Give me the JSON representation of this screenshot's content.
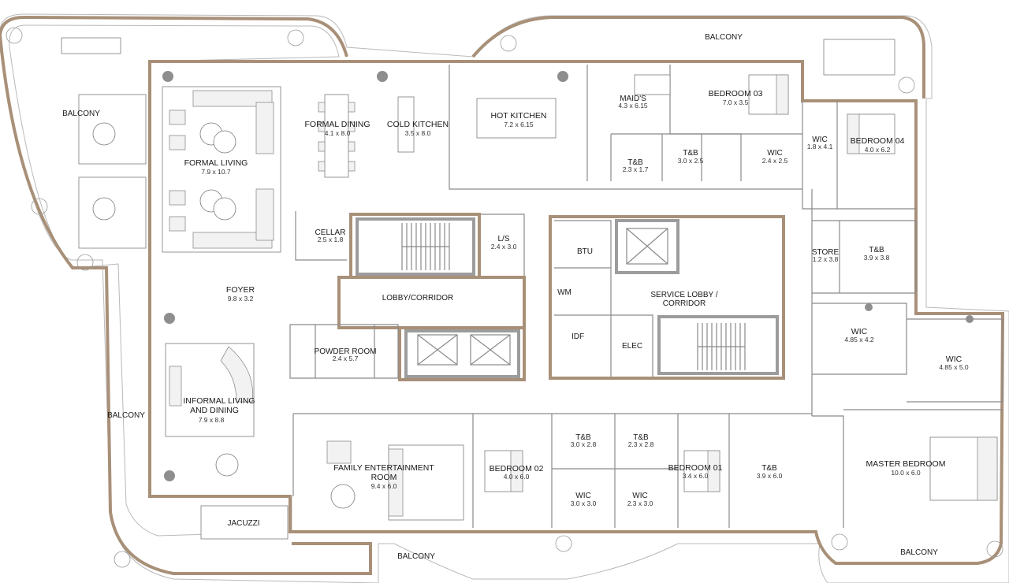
{
  "rooms": {
    "balcony_nw": {
      "name": "BALCONY"
    },
    "balcony_ne": {
      "name": "BALCONY"
    },
    "balcony_w": {
      "name": "BALCONY"
    },
    "balcony_s": {
      "name": "BALCONY"
    },
    "balcony_se": {
      "name": "BALCONY"
    },
    "formal_living": {
      "name": "FORMAL LIVING",
      "dim": "7.9 x 10.7"
    },
    "formal_dining": {
      "name": "FORMAL DINING",
      "dim": "4.1 x 8.0"
    },
    "cold_kitchen": {
      "name": "COLD KITCHEN",
      "dim": "3.5 x 8.0"
    },
    "hot_kitchen": {
      "name": "HOT KITCHEN",
      "dim": "7.2 x 6.15"
    },
    "maids": {
      "name": "MAID'S",
      "dim": "4.3 x 6.15"
    },
    "bedroom03": {
      "name": "BEDROOM 03",
      "dim": "7.0 x 3.5"
    },
    "tb_maid": {
      "name": "T&B",
      "dim": "2.3 x 1.7"
    },
    "tb_b03": {
      "name": "T&B",
      "dim": "3.0 x 2.5"
    },
    "wic_b03": {
      "name": "WIC",
      "dim": "2.4 x 2.5"
    },
    "wic_b04": {
      "name": "WIC",
      "dim": "1.8 x 4.1"
    },
    "bedroom04": {
      "name": "BEDROOM 04",
      "dim": "4.0 x 6.2"
    },
    "cellar": {
      "name": "CELLAR",
      "dim": "2.5 x 1.8"
    },
    "ls": {
      "name": "L/S",
      "dim": "2.4 x 3.0"
    },
    "btu": {
      "name": "BTU"
    },
    "wm": {
      "name": "WM"
    },
    "idf": {
      "name": "IDF"
    },
    "elec": {
      "name": "ELEC"
    },
    "service_lobby": {
      "name1": "SERVICE LOBBY /",
      "name2": "CORRIDOR"
    },
    "store": {
      "name": "STORE",
      "dim": "1.2 x 3.8"
    },
    "tb_b04": {
      "name": "T&B",
      "dim": "3.9 x 3.8"
    },
    "foyer": {
      "name": "FOYER",
      "dim": "9.8 x 3.2"
    },
    "lobby": {
      "name": "LOBBY/CORRIDOR"
    },
    "powder": {
      "name": "POWDER ROOM",
      "dim": "2.4 x 5.7"
    },
    "wic_m1": {
      "name": "WIC",
      "dim": "4.85 x 4.2"
    },
    "wic_m2": {
      "name": "WIC",
      "dim": "4.85 x 5.0"
    },
    "informal": {
      "name1": "INFORMAL LIVING",
      "name2": "AND DINING",
      "dim": "7.9 x 8.8"
    },
    "family": {
      "name1": "FAMILY ENTERTAINMENT",
      "name2": "ROOM",
      "dim": "9.4 x 6.0"
    },
    "bedroom02": {
      "name": "BEDROOM 02",
      "dim": "4.0 x 6.0"
    },
    "tb_b02": {
      "name": "T&B",
      "dim": "3.0 x 2.8"
    },
    "tb_b01": {
      "name": "T&B",
      "dim": "2.3 x 2.8"
    },
    "wic_b02": {
      "name": "WIC",
      "dim": "3.0 x 3.0"
    },
    "wic_b01": {
      "name": "WIC",
      "dim": "2.3 x 3.0"
    },
    "bedroom01": {
      "name": "BEDROOM 01",
      "dim": "3.4 x 6.0"
    },
    "tb_master": {
      "name": "T&B",
      "dim": "3.9 x 6.0"
    },
    "master": {
      "name": "MASTER BEDROOM",
      "dim": "10.0 x 6.0"
    },
    "jacuzzi": {
      "name": "JACUZZI"
    }
  },
  "colors": {
    "exterior_wall": "#a89078",
    "interior_wall": "#8a8a8a",
    "core_wall": "#9c9c9c",
    "background": "#ffffff"
  }
}
